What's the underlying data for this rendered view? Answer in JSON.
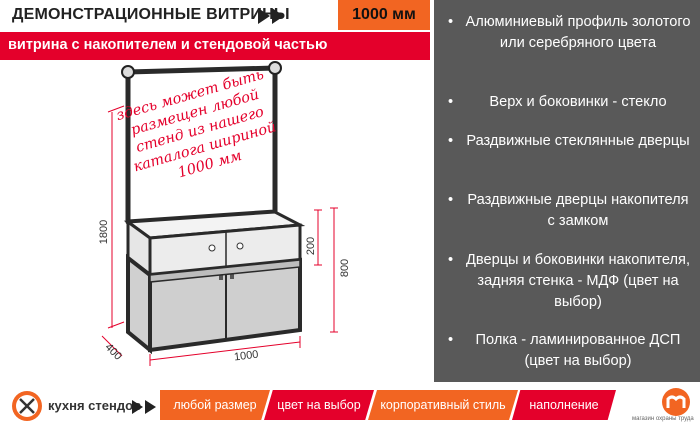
{
  "header": {
    "title": "ДЕМОНСТРАЦИОННЫЕ ВИТРИНЫ",
    "size": "1000 мм",
    "subtitle": "витрина с накопителем и стендовой частью"
  },
  "illustration": {
    "stand_text": "здесь может быть размещен любой стенд из нашего каталога шириной 1000 мм",
    "dims": {
      "height_total": "1800",
      "height_top": "200",
      "height_body": "800",
      "depth": "400",
      "width": "1000"
    }
  },
  "features": [
    {
      "text": "Алюминиевый профиль золотого или серебряного цвета"
    },
    {
      "text": "Верх и боковинки - стекло"
    },
    {
      "text": "Раздвижные стеклянные дверцы"
    },
    {
      "text": "Раздвижные дверцы накопителя с замком"
    },
    {
      "text": "Дверцы и боковинки накопителя, задняя стенка - МДФ (цвет на выбор)"
    },
    {
      "text": "Полка - ламинированное ДСП (цвет на выбор)"
    }
  ],
  "footer": {
    "brand": "кухня стендов",
    "tabs": [
      {
        "label": "любой размер"
      },
      {
        "label": "цвет на выбор"
      },
      {
        "label": "корпоративный стиль"
      },
      {
        "label": "наполнение"
      }
    ],
    "right_caption": "магазин охраны труда"
  },
  "colors": {
    "accent_orange": "#f26522",
    "accent_red": "#e4002b",
    "panel_gray": "#595959"
  }
}
